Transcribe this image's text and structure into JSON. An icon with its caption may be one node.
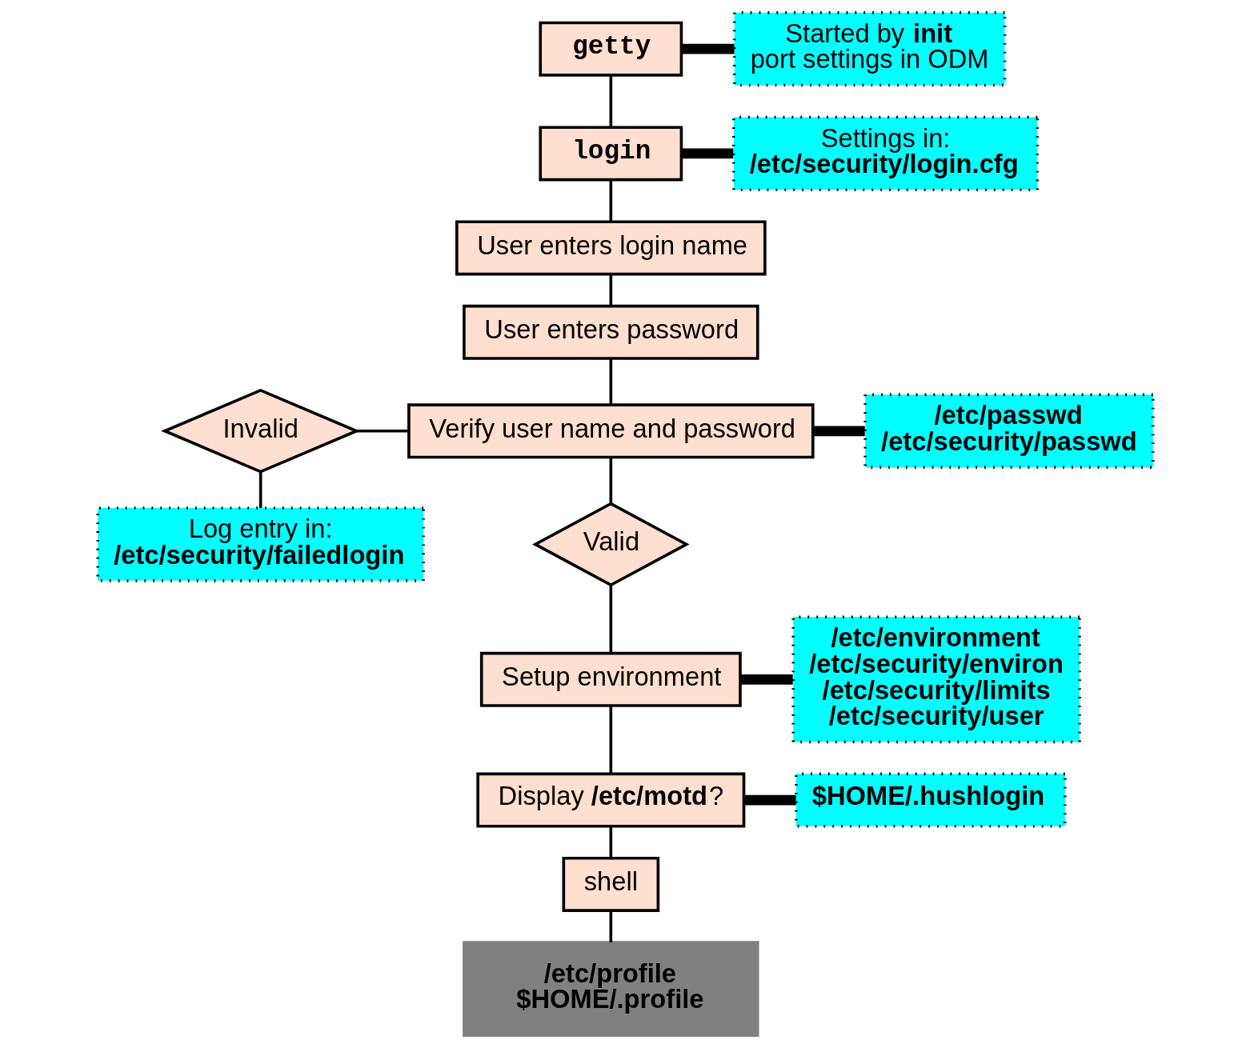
{
  "diagram": {
    "nodes": [
      {
        "text": [
          "getty"
        ]
      },
      {
        "text": [
          "login"
        ]
      },
      {
        "text": [
          "User enters login name"
        ]
      },
      {
        "text": [
          "User enters password"
        ]
      },
      {
        "text": [
          "Verify user name and password"
        ]
      },
      {
        "text": [
          "Invalid"
        ]
      },
      {
        "text": [
          "Log entry in:",
          "/etc/security/failedlogin"
        ]
      },
      {
        "text": [
          "Valid"
        ]
      },
      {
        "text": [
          "Setup environment"
        ]
      },
      {
        "text": [
          "Display **/etc/motd**?"
        ]
      },
      {
        "text": [
          "shell"
        ]
      },
      {
        "text": [
          "/etc/profile",
          "$HOME/.profile"
        ]
      },
      {
        "text": [
          "Started by **init**",
          "port settings in ODM"
        ]
      },
      {
        "text": [
          "Settings in:",
          "/etc/security/login.cfg"
        ]
      },
      {
        "text": [
          "/etc/passwd",
          "/etc/security/passwd"
        ]
      },
      {
        "text": [
          "/etc/environment",
          "/etc/security/environ",
          "/etc/security/limits",
          "/etc/security/user"
        ]
      },
      {
        "text": [
          "$HOME/.hushlogin"
        ]
      }
    ],
    "edges": [
      {
        "from": 0,
        "to": 1,
        "arrow": "none"
      },
      {
        "from": 1,
        "to": 2,
        "arrow": "none"
      },
      {
        "from": 2,
        "to": 3,
        "arrow": "none"
      },
      {
        "from": 3,
        "to": 4,
        "arrow": "none"
      },
      {
        "from": 5,
        "to": 4,
        "arrow": "none"
      },
      {
        "from": 5,
        "to": 6,
        "arrow": "none"
      },
      {
        "from": 4,
        "to": 7,
        "arrow": "none"
      },
      {
        "from": 7,
        "to": 8,
        "arrow": "none"
      },
      {
        "from": 8,
        "to": 9,
        "arrow": "none"
      },
      {
        "from": 9,
        "to": 10,
        "arrow": "none"
      },
      {
        "from": 10,
        "to": 11,
        "arrow": "none"
      },
      {
        "from": 0,
        "to": 12,
        "arrow": "none",
        "style": "thick"
      },
      {
        "from": 1,
        "to": 13,
        "arrow": "none",
        "style": "thick"
      },
      {
        "from": 4,
        "to": 14,
        "arrow": "none",
        "style": "thick"
      },
      {
        "from": 8,
        "to": 15,
        "arrow": "none",
        "style": "thick"
      },
      {
        "from": 9,
        "to": 16,
        "arrow": "none",
        "style": "thick"
      }
    ]
  }
}
